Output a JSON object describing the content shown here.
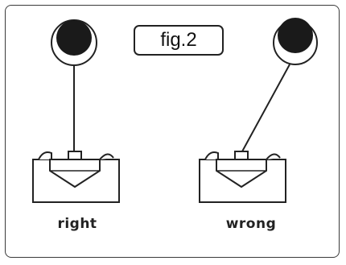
{
  "figure_label": "fig.2",
  "captions": {
    "right": "right",
    "wrong": "wrong"
  }
}
